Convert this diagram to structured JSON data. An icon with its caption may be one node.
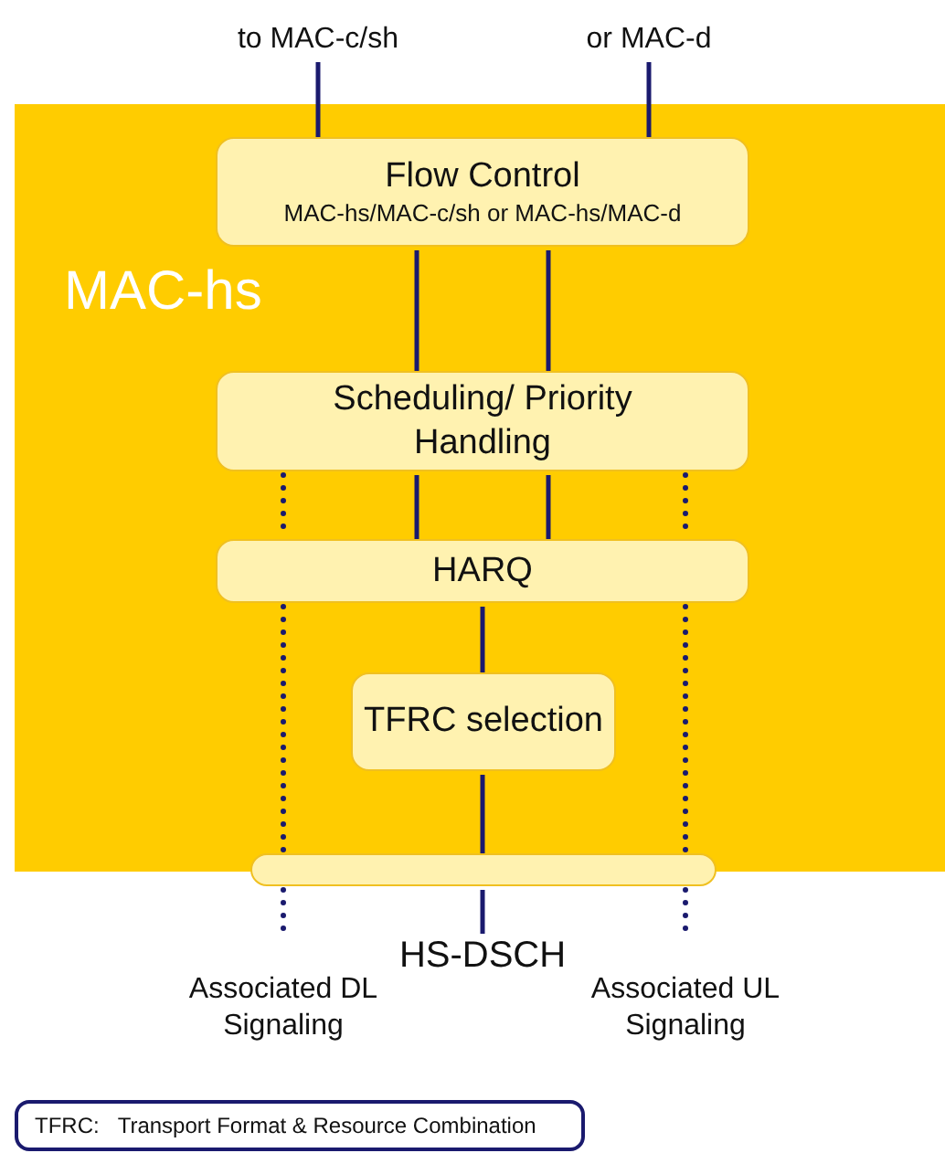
{
  "diagram": {
    "nodes": [
      {
        "text": [
          "MAC-hs"
        ]
      },
      {
        "text": [
          "Flow Control",
          "MAC-hs/MAC-c/sh or MAC-hs/MAC-d"
        ],
        "in": 0
      },
      {
        "text": [
          "Scheduling/ Priority Handling"
        ],
        "in": 0
      },
      {
        "text": [
          "HARQ"
        ],
        "in": 0
      },
      {
        "text": [
          "TFRC selection"
        ],
        "in": 0
      },
      {
        "text": [],
        "shape": "bar"
      },
      {
        "text": [
          "to MAC-c/sh"
        ]
      },
      {
        "text": [
          "or MAC-d"
        ]
      },
      {
        "text": [
          "Associated DL Signaling"
        ]
      },
      {
        "text": [
          "HS-DSCH"
        ]
      },
      {
        "text": [
          "Associated UL Signaling"
        ]
      },
      {
        "text": [
          "TFRC:",
          "Transport Format & Resource Combination"
        ]
      }
    ],
    "edges": [
      {
        "from": 6,
        "to": 1,
        "arrow": "none"
      },
      {
        "from": 7,
        "to": 1,
        "arrow": "none"
      },
      {
        "from": 1,
        "to": 2,
        "arrow": "none"
      },
      {
        "from": 1,
        "to": 2,
        "arrow": "none"
      },
      {
        "from": 2,
        "to": 3,
        "arrow": "none"
      },
      {
        "from": 2,
        "to": 3,
        "arrow": "none"
      },
      {
        "from": 2,
        "to": 3,
        "arrow": "none",
        "style": "dashed"
      },
      {
        "from": 2,
        "to": 3,
        "arrow": "none",
        "style": "dashed"
      },
      {
        "from": 3,
        "to": 4,
        "arrow": "none"
      },
      {
        "from": 3,
        "to": 5,
        "arrow": "none",
        "style": "dashed"
      },
      {
        "from": 3,
        "to": 5,
        "arrow": "none",
        "style": "dashed"
      },
      {
        "from": 4,
        "to": 5,
        "arrow": "none"
      },
      {
        "from": 5,
        "to": 8,
        "arrow": "none",
        "style": "dashed"
      },
      {
        "from": 5,
        "to": 9,
        "arrow": "none"
      },
      {
        "from": 5,
        "to": 10,
        "arrow": "none",
        "style": "dashed"
      }
    ]
  }
}
